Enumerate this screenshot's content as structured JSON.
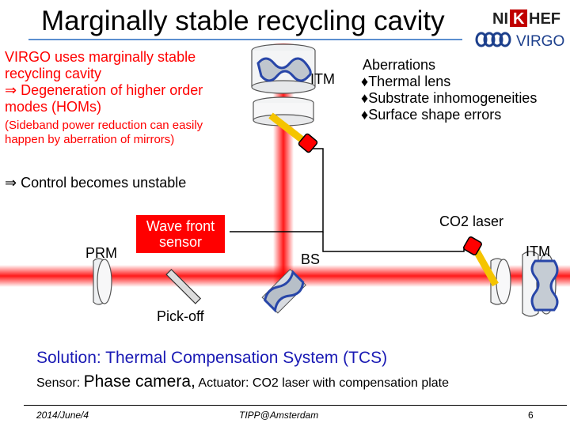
{
  "title": "Marginally stable recycling cavity",
  "logos": {
    "nikhef": "NIKHEF",
    "virgo": "VIRGO"
  },
  "left_text": {
    "line1": "VIRGO uses marginally stable recycling cavity",
    "line2_symbol": "⇒",
    "line2": "Degeneration of higher order modes (HOMs)",
    "note": "(Sideband power reduction can easily happen by aberration of mirrors)",
    "control_symbol": "⇒",
    "control": "Control becomes unstable"
  },
  "aberrations": {
    "heading": "Aberrations",
    "bullet": "♦",
    "items": [
      "Thermal lens",
      "Substrate inhomogeneities",
      "Surface shape errors"
    ]
  },
  "diagram": {
    "itm_top": "ITM",
    "itm_right": "ITM",
    "co2_laser": "CO2 laser",
    "bs": "BS",
    "prm": "PRM",
    "wfs": "Wave front sensor",
    "pickoff": "Pick-off"
  },
  "solution": {
    "title": "Solution: Thermal Compensation System (TCS)",
    "sensor_label": "Sensor:",
    "sensor_value": "Phase camera,",
    "actuator": "Actuator: CO2 laser with compensation plate"
  },
  "footer": {
    "date": "2014/June/4",
    "venue": "TIPP@Amsterdam",
    "page": "6"
  },
  "colors": {
    "beam": "#ff0000",
    "laser_beam": "#f5c400",
    "title_rule": "#5b8fd0",
    "wavefront": "#2846a8"
  }
}
